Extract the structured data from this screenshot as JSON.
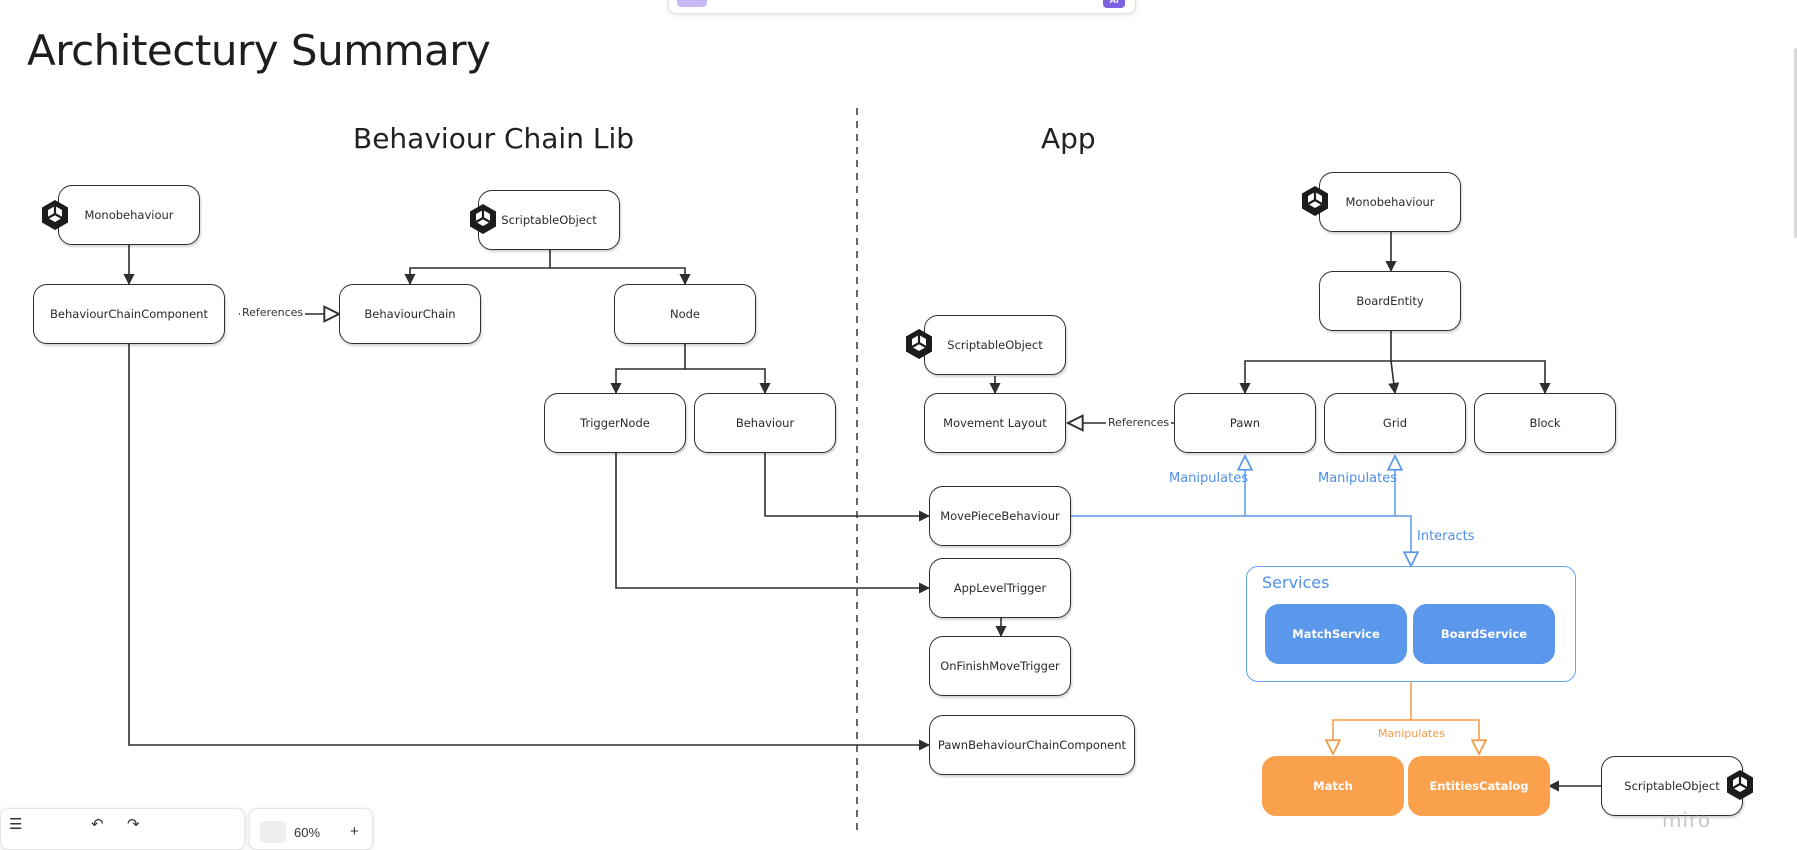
{
  "page": {
    "title": "Architectury Summary"
  },
  "sections": {
    "left": "Behaviour Chain Lib",
    "right": "App"
  },
  "colors": {
    "line": "#2f2f2f",
    "blue": "#5b98ec",
    "orange": "#f9a14d"
  },
  "icons": {
    "unity": "unity-logo-icon"
  },
  "nodes": {
    "lib_monobehaviour": "Monobehaviour",
    "lib_scriptable": "ScriptableObject",
    "behaviour_chain_component": "BehaviourChainComponent",
    "behaviour_chain": "BehaviourChain",
    "node": "Node",
    "trigger_node": "TriggerNode",
    "behaviour": "Behaviour",
    "app_monobehaviour": "Monobehaviour",
    "board_entity": "BoardEntity",
    "app_scriptable": "ScriptableObject",
    "movement_layout": "Movement Layout",
    "pawn": "Pawn",
    "grid": "Grid",
    "block": "Block",
    "move_piece_behaviour": "MovePieceBehaviour",
    "app_level_trigger": "AppLevelTrigger",
    "on_finish_move_trigger": "OnFinishMoveTrigger",
    "pawn_behaviour_chain_component": "PawnBehaviourChainComponent",
    "match_service": "MatchService",
    "board_service": "BoardService",
    "match": "Match",
    "entities_catalog": "EntitiesCatalog",
    "catalog_scriptable": "ScriptableObject"
  },
  "services": {
    "label": "Services"
  },
  "edge_labels": {
    "references_lib": "References",
    "references_app": "References",
    "manipulates_pawn": "Manipulates",
    "manipulates_grid": "Manipulates",
    "interacts": "Interacts",
    "manipulates_services": "Manipulates"
  },
  "toolbar": {
    "ai_badge": "AI",
    "zoom": "60%",
    "plus": "+",
    "undo": "↶",
    "redo": "↷",
    "menu": "☰"
  },
  "branding": {
    "logo": "miro"
  }
}
